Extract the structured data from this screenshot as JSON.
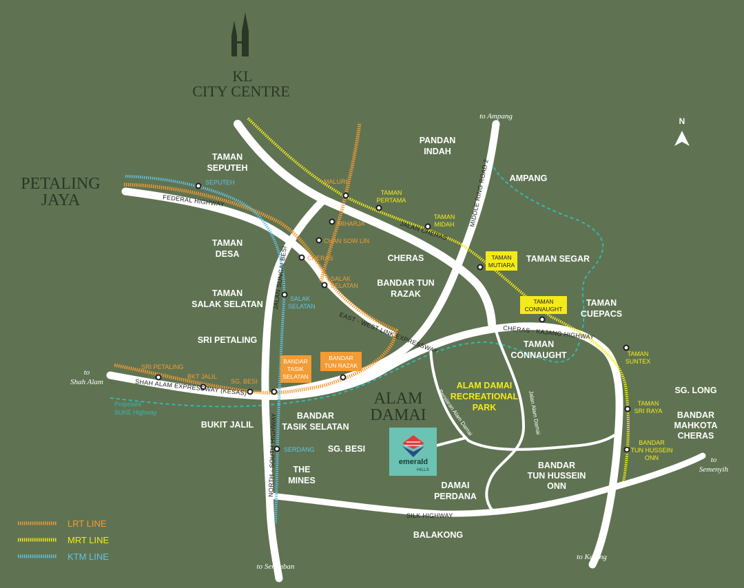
{
  "landmark": {
    "line1": "KL",
    "line2": "CITY CENTRE"
  },
  "compass": "N",
  "region_labels": {
    "petaling_jaya": [
      "PETALING",
      "JAYA"
    ],
    "alam_damai": [
      "ALAM",
      "DAMAI"
    ]
  },
  "areas": {
    "taman_seputeh": [
      "TAMAN",
      "SEPUTEH"
    ],
    "pandan_indah": [
      "PANDAN",
      "INDAH"
    ],
    "ampang": [
      "AMPANG"
    ],
    "taman_desa": [
      "TAMAN",
      "DESA"
    ],
    "cheras": [
      "CHERAS"
    ],
    "taman_segar": [
      "TAMAN SEGAR"
    ],
    "bandar_tun_razak": [
      "BANDAR TUN",
      "RAZAK"
    ],
    "taman_salak_selatan": [
      "TAMAN",
      "SALAK SELATAN"
    ],
    "taman_cuepacs": [
      "TAMAN",
      "CUEPACS"
    ],
    "sri_petaling": [
      "SRI PETALING"
    ],
    "taman_connaught": [
      "TAMAN",
      "CONNAUGHT"
    ],
    "sg_long": [
      "SG. LONG"
    ],
    "bukit_jalil": [
      "BUKIT JALIL"
    ],
    "bandar_tasik_selatan": [
      "BANDAR",
      "TASIK SELATAN"
    ],
    "bandar_mahkota_cheras": [
      "BANDAR",
      "MAHKOTA",
      "CHERAS"
    ],
    "sg_besi": [
      "SG. BESI"
    ],
    "the_mines": [
      "THE",
      "MINES"
    ],
    "bandar_tun_hussein_onn": [
      "BANDAR",
      "TUN HUSSEIN",
      "ONN"
    ],
    "damai_perdana": [
      "DAMAI",
      "PERDANA"
    ],
    "balakong": [
      "BALAKONG"
    ]
  },
  "park": [
    "ALAM DAMAI",
    "RECREATIONAL",
    "PARK"
  ],
  "roads": {
    "federal_highway": "FEDERAL HIGHWAY",
    "jalan_cheras": "JALAN CHERAS",
    "middle_ring_road_2": "MIDDLE RING ROAD 2",
    "jalan_sungai_besi": "JALAN SUNGAI BESI",
    "east_west_link": "EAST - WEST LINK EXPRESSWAY",
    "cheras_kajang": "CHERAS - KAJANG HIGHWAY",
    "kesas": "SHAH ALAM EXPRESSWAY (KESAS)",
    "north_south": "NORTH - SOUTH HIGHWAY",
    "silk_highway": "SILK HIGHWAY",
    "persiaran_alam_damai": "Persiaran Alam Damai",
    "jalan_alam_damai": "Jalan Alam Damai",
    "suke": [
      "Proposed",
      "SUKE Highway"
    ]
  },
  "directions": {
    "ampang": "to Ampang",
    "shah_alam": [
      "to",
      "Shah Alam"
    ],
    "semenyih": [
      "to",
      "Semenyih"
    ],
    "seremban": "to Seremban",
    "kajang": "to Kajang"
  },
  "stations": {
    "lrt": {
      "maluri": "MALURI",
      "miharja": "MIHARJA",
      "chan_sow_lin": "CHAN SOW LIN",
      "cheras": "CHERAS",
      "salak_selatan": [
        "SALAK",
        "SELATAN"
      ],
      "sri_petaling": "SRI PETALING",
      "bkt_jalil": "BKT JALIL",
      "sg_besi": "SG. BESI"
    },
    "lrt_boxes": {
      "bandar_tasik_selatan": [
        "BANDAR",
        "TASIK",
        "SELATAN"
      ],
      "bandar_tun_razak": [
        "BANDAR",
        "TUN RAZAK"
      ]
    },
    "mrt": {
      "taman_pertama": [
        "TAMAN",
        "PERTAMA"
      ],
      "taman_midah": [
        "TAMAN",
        "MIDAH"
      ],
      "taman_suntex": [
        "TAMAN",
        "SUNTEX"
      ],
      "taman_sri_raya": [
        "TAMAN",
        "SRI RAYA"
      ],
      "bandar_tun_hussein_onn": [
        "BANDAR",
        "TUN HUSSEIN",
        "ONN"
      ]
    },
    "mrt_boxes": {
      "taman_mutiara": [
        "TAMAN",
        "MUTIARA"
      ],
      "taman_connaught": [
        "TAMAN",
        "CONNAUGHT"
      ]
    },
    "ktm": {
      "seputeh": "SEPUTEH",
      "salak_selatan": [
        "SALAK",
        "SELATAN"
      ],
      "serdang": "SERDANG"
    }
  },
  "logo": {
    "name": "emerald",
    "sub": "HILLS"
  },
  "legend": [
    {
      "label": "LRT LINE",
      "color": "#f39b34"
    },
    {
      "label": "MRT LINE",
      "color": "#f4ea1a"
    },
    {
      "label": "KTM LINE",
      "color": "#62c2e6"
    }
  ],
  "colors": {
    "background": "#5f7352",
    "road": "#ffffff",
    "lrt": "#f39b34",
    "mrt": "#f4ea1a",
    "ktm": "#62c2e6",
    "suke": "#35b8b0",
    "logo_bg": "#6cc3b3"
  }
}
